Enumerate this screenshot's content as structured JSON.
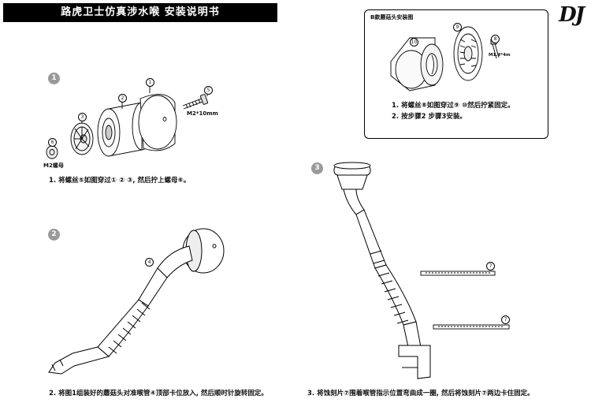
{
  "header": {
    "title": "路虎卫士仿真涉水喉 安装说明书",
    "logo": "DJ"
  },
  "step1": {
    "badge": "1",
    "caption": "1. 将螺丝⑤如图穿过① ② ③, 然后拧上螺母⑥。",
    "labels": {
      "nut": "M2螺母",
      "screw": "M2*10mm",
      "n1": "1",
      "n2": "2",
      "n3": "3",
      "n5": "5",
      "n6": "6"
    }
  },
  "boxB": {
    "title": "B款蘑菇头安装图",
    "screw_label": "M1.4*4m",
    "n8": "8",
    "n9": "9",
    "n10": "10",
    "line1": "1. 将螺丝⑧如图穿过⑨ ⑩然后拧紧固定。",
    "line2": "2. 按步骤2 步骤3安装。"
  },
  "step2": {
    "badge": "2",
    "n4": "4",
    "caption": "2. 将图1组装好的蘑菇头对准喉管④顶部卡位放入, 然后顺时针旋转固定。"
  },
  "step3": {
    "badge": "3",
    "n7a": "7",
    "n7b": "7",
    "caption": "3. 将蚀刻片⑦围着喉管指示位置弯曲成一圈, 然后将蚀刻片⑦两边卡住固定。"
  }
}
